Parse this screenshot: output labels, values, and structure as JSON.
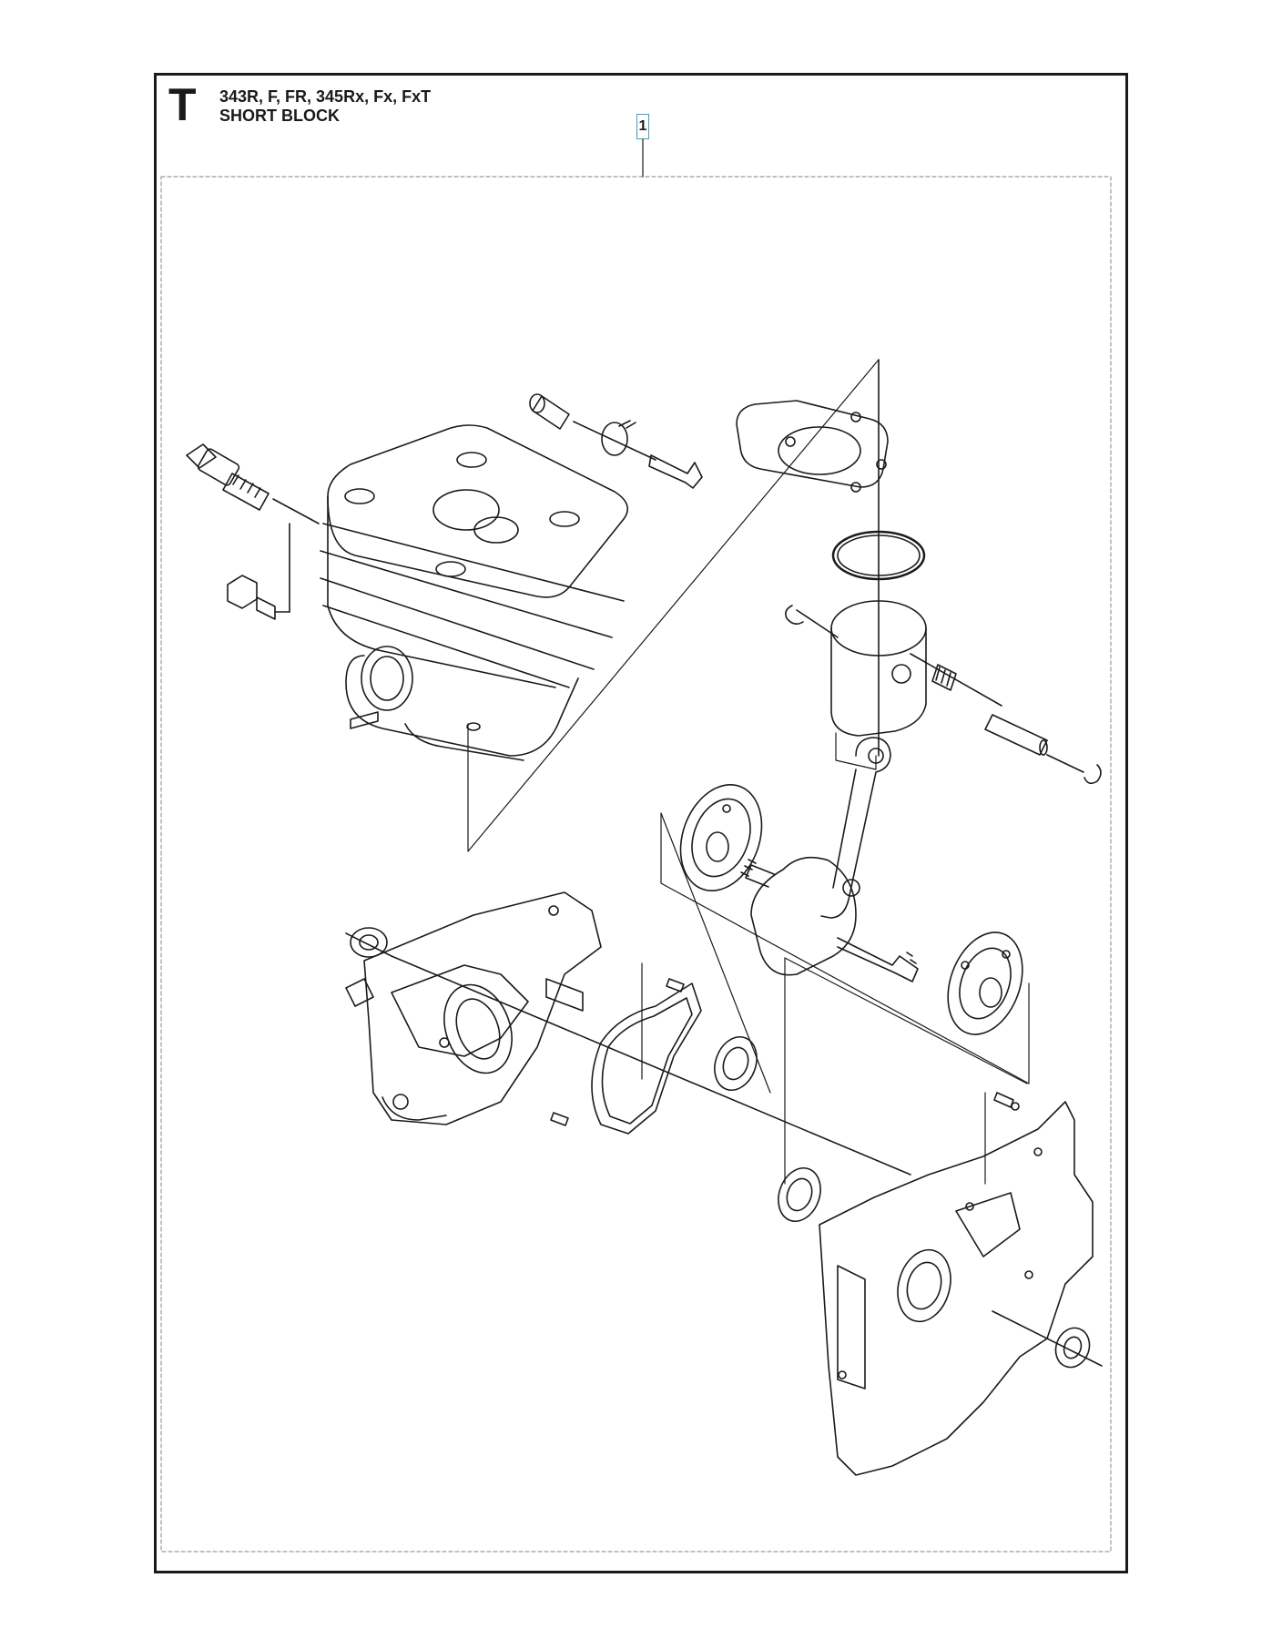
{
  "section": {
    "letter": "T"
  },
  "title": {
    "models": "343R, F, FR, 345Rx, Fx, FxT",
    "name": "SHORT BLOCK"
  },
  "callout": {
    "ref": "1"
  },
  "colors": {
    "line": "#1a1a1a",
    "accent": "#3aa0c8",
    "dash": "#9a9a9a"
  }
}
